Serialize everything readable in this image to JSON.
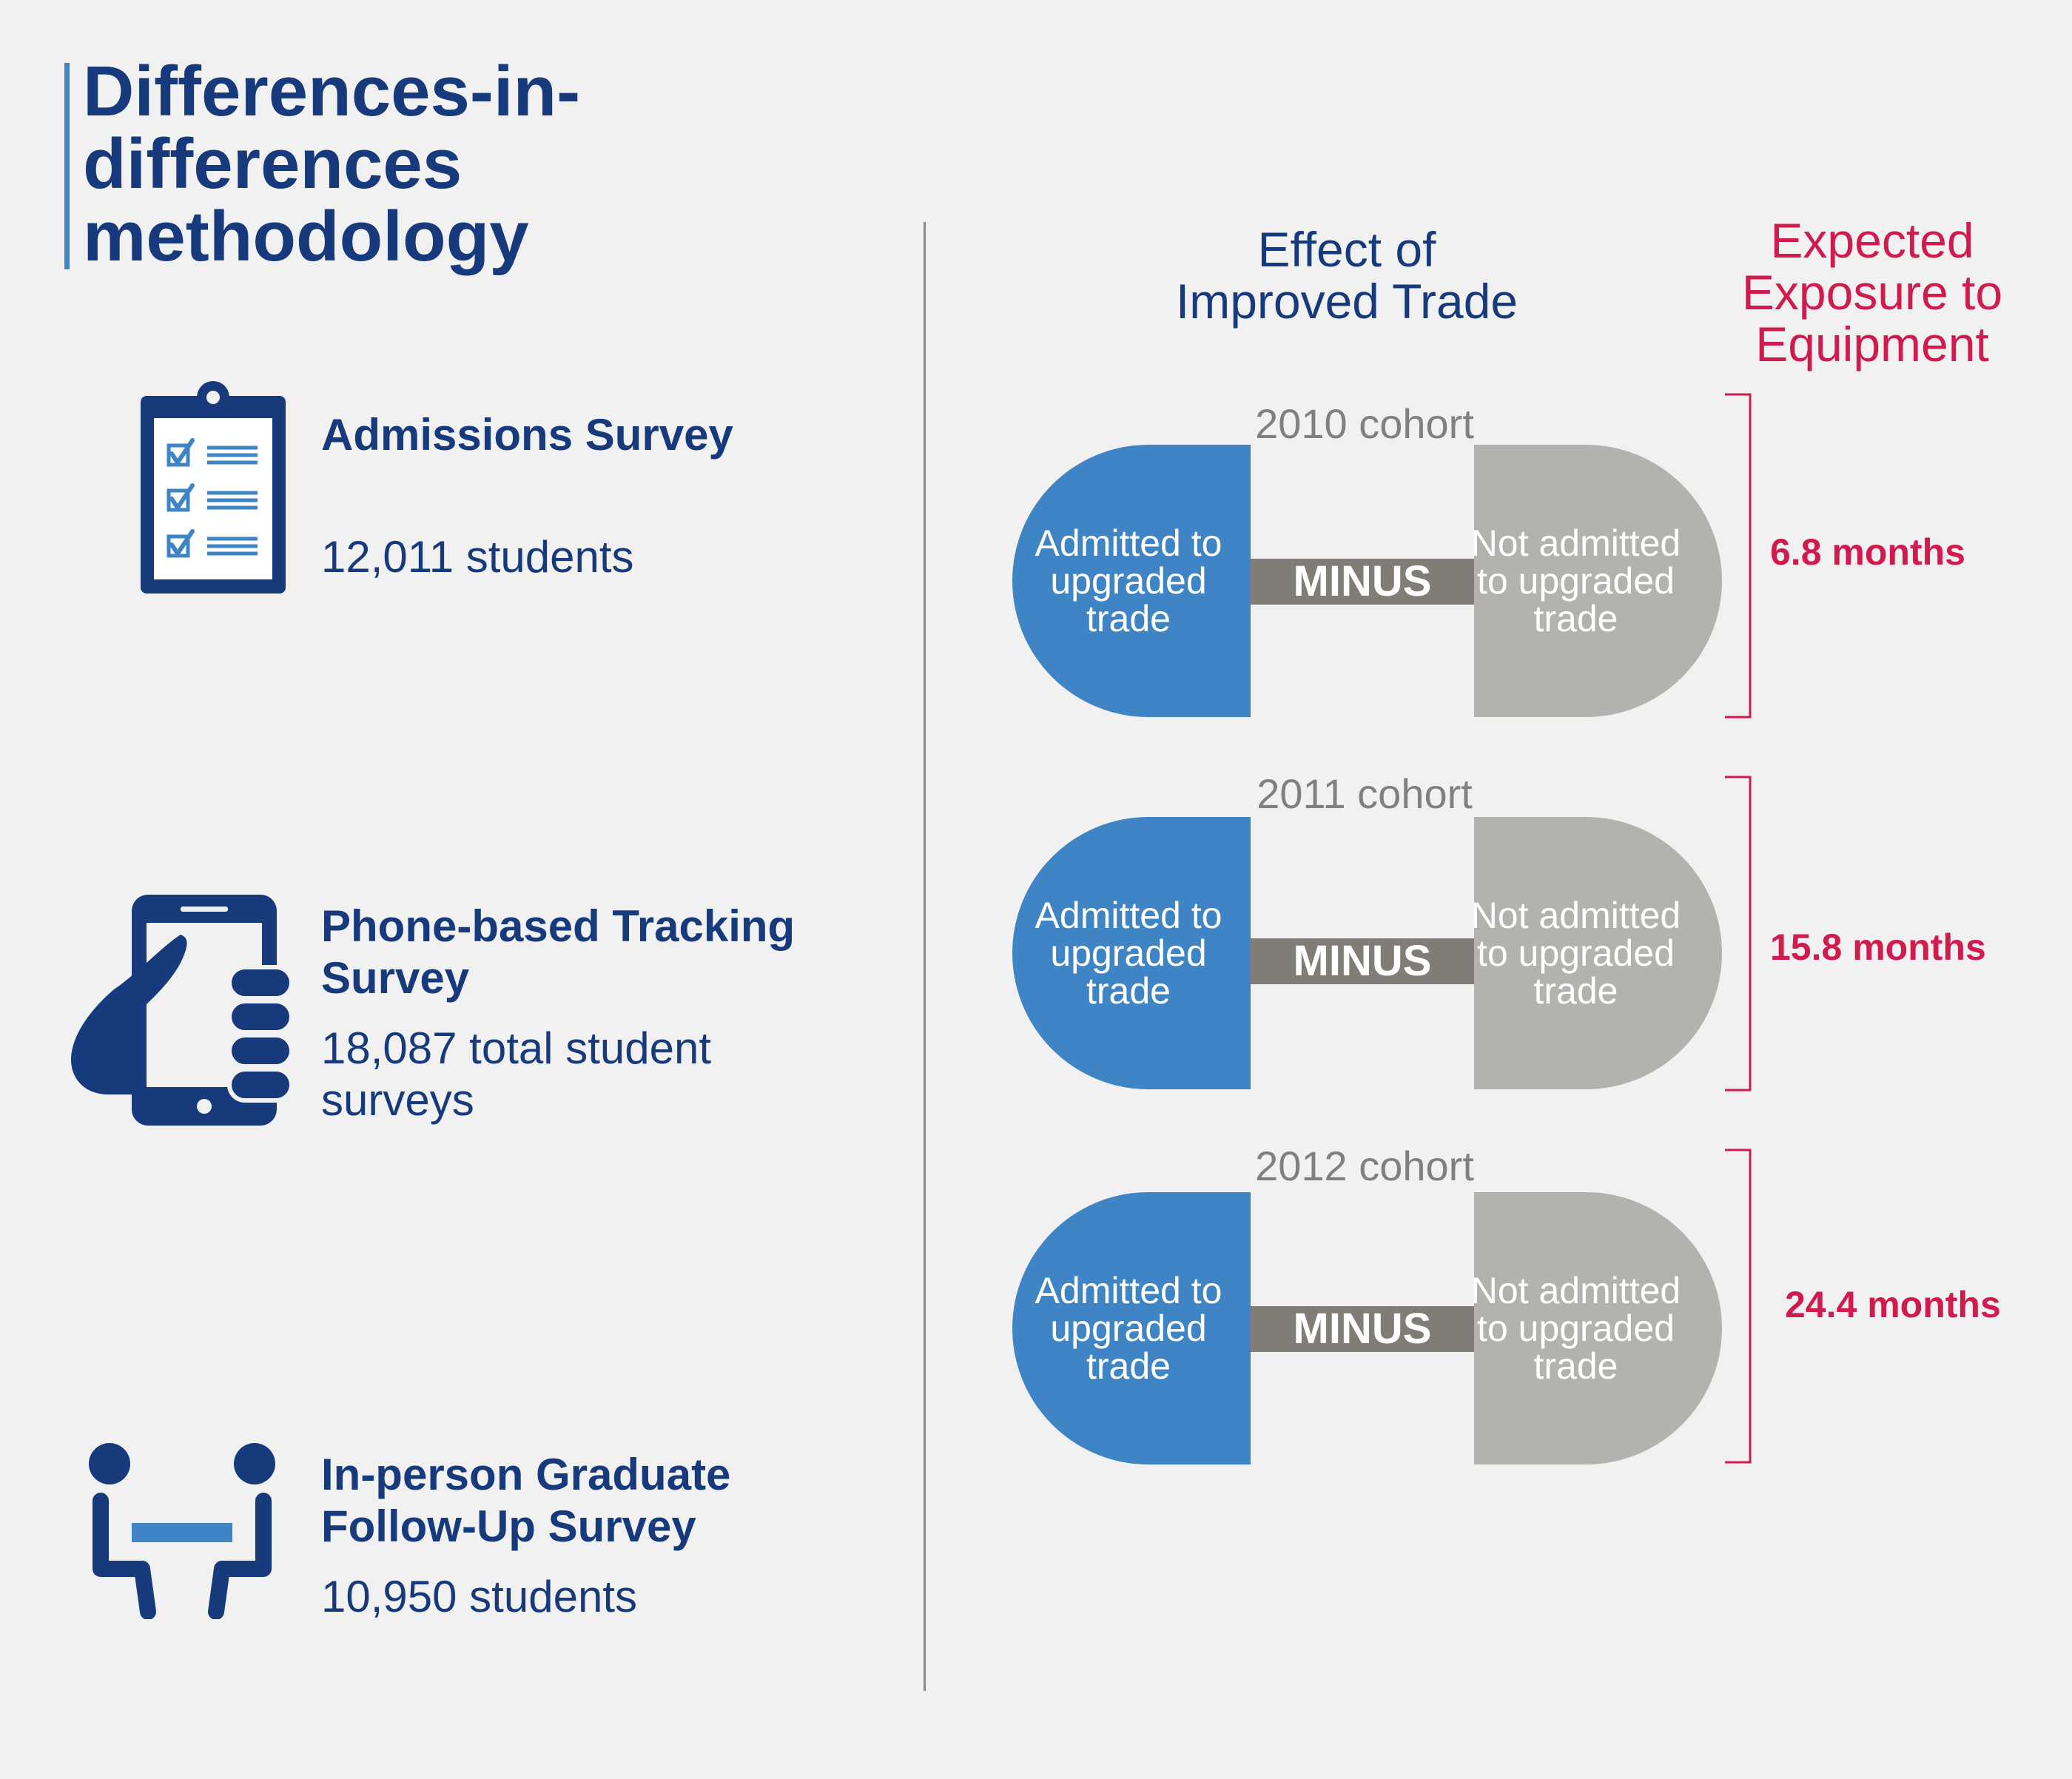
{
  "title": "Differences-in-differences methodology",
  "surveys": [
    {
      "name": "Admissions Survey",
      "count": "12,011 students",
      "icon": "clipboard-checklist-icon"
    },
    {
      "name": "Phone-based Tracking Survey",
      "count": "18,087 total student surveys",
      "icon": "hand-holding-phone-icon"
    },
    {
      "name": "In-person Graduate Follow-Up Survey",
      "count": "10,950 students",
      "icon": "two-people-at-table-icon"
    }
  ],
  "headers": {
    "effect": "Effect of Improved Trade",
    "exposure": "Expected Exposure to Equipment"
  },
  "cohorts": [
    {
      "label": "2010 cohort",
      "admitted": "Admitted to upgraded trade",
      "operator": "MINUS",
      "not_admitted": "Not admitted to upgraded trade",
      "exposure": "6.8 months"
    },
    {
      "label": "2011 cohort",
      "admitted": "Admitted to upgraded trade",
      "operator": "MINUS",
      "not_admitted": "Not admitted to upgraded trade",
      "exposure": "15.8 months"
    },
    {
      "label": "2012 cohort",
      "admitted": "Admitted to upgraded trade",
      "operator": "MINUS",
      "not_admitted": "Not admitted to upgraded trade",
      "exposure": "24.4 months"
    }
  ],
  "colors": {
    "navy": "#173a7d",
    "blue": "#3f84c5",
    "gray_pill": "#b3b2ae",
    "minus_bar": "#807d77",
    "cohort_text": "#808080",
    "crimson": "#cf1b4e",
    "background": "#f1f1f1"
  }
}
